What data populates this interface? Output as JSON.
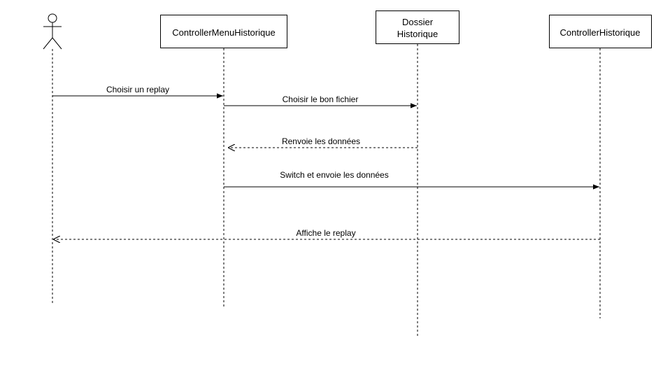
{
  "participants": [
    {
      "id": "actor",
      "kind": "actor",
      "label": ""
    },
    {
      "id": "menu",
      "kind": "box",
      "label": "ControllerMenuHistorique"
    },
    {
      "id": "dossier",
      "kind": "box",
      "label_lines": [
        "Dossier",
        "Historique"
      ]
    },
    {
      "id": "ctrl",
      "kind": "box",
      "label": "ControllerHistorique"
    }
  ],
  "messages": [
    {
      "id": "m1",
      "from": "actor",
      "to": "menu",
      "type": "sync",
      "label": "Choisir un replay"
    },
    {
      "id": "m2",
      "from": "menu",
      "to": "dossier",
      "type": "sync",
      "label": "Choisir le bon fichier"
    },
    {
      "id": "m3",
      "from": "dossier",
      "to": "menu",
      "type": "return",
      "label": "Renvoie les données"
    },
    {
      "id": "m4",
      "from": "menu",
      "to": "ctrl",
      "type": "sync",
      "label": "Switch et envoie les données"
    },
    {
      "id": "m5",
      "from": "ctrl",
      "to": "actor",
      "type": "return",
      "label": "Affiche le replay"
    }
  ]
}
